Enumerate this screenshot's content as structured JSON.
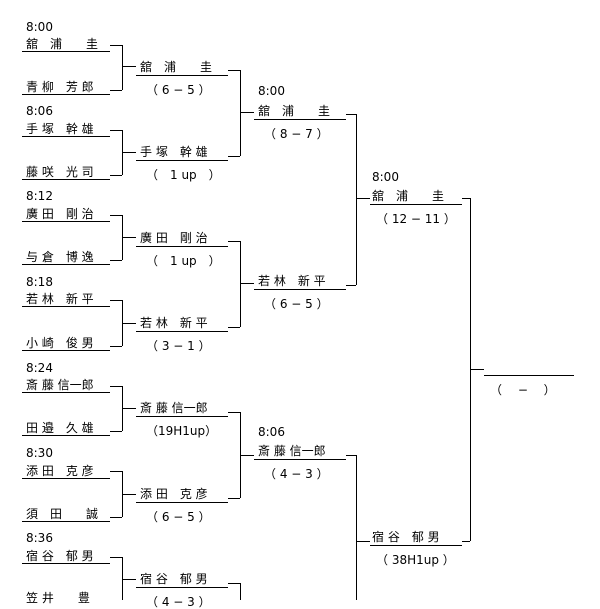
{
  "round1": {
    "matches": [
      {
        "time": "8:00",
        "top": "舘　浦　　圭",
        "bottom": "青 柳　芳 郎"
      },
      {
        "time": "8:06",
        "top": "手 塚　幹 雄",
        "bottom": "藤 咲　光 司"
      },
      {
        "time": "8:12",
        "top": "廣 田　剛 治",
        "bottom": "与 倉　博 逸"
      },
      {
        "time": "8:18",
        "top": "若 林　新 平",
        "bottom": "小 崎　俊 男"
      },
      {
        "time": "8:24",
        "top": "斎 藤 信一郎",
        "bottom": "田 邉　久 雄"
      },
      {
        "time": "8:30",
        "top": "添 田　克 彦",
        "bottom": "須　田　　誠"
      },
      {
        "time": "8:36",
        "top": "宿 谷　郁 男",
        "bottom": "笠 井　　豊"
      }
    ]
  },
  "round2": {
    "winners": [
      {
        "name": "舘　浦　　圭",
        "score": "（ 6 − 5 ）"
      },
      {
        "name": "手 塚　幹 雄",
        "score": "（　1 up　）"
      },
      {
        "name": "廣 田　剛 治",
        "score": "（　1 up　）"
      },
      {
        "name": "若 林　新 平",
        "score": "（ 3 − 1 ）"
      },
      {
        "name": "斎 藤 信一郎",
        "score": "（19H1up）"
      },
      {
        "name": "添 田　克 彦",
        "score": "（ 6 − 5 ）"
      },
      {
        "name": "宿 谷　郁 男",
        "score": "（ 4 − 3 ）"
      }
    ]
  },
  "round3": {
    "matches": [
      {
        "time": "8:00",
        "name": "舘　浦　　圭",
        "score": "（ 8 − 7 ）"
      },
      {
        "time": "",
        "name": "若 林　新 平",
        "score": "（ 6 − 5 ）"
      },
      {
        "time": "8:06",
        "name": "斎 藤 信一郎",
        "score": "（ 4 − 3 ）"
      }
    ]
  },
  "semifinal": {
    "matches": [
      {
        "time": "8:00",
        "name": "舘　浦　　圭",
        "score": "（ 12 − 11 ）"
      },
      {
        "time": "",
        "name": "宿 谷　郁 男",
        "score": "（ 38H1up ）"
      }
    ]
  },
  "final": {
    "name": "",
    "score": "（　 −　 ）"
  }
}
